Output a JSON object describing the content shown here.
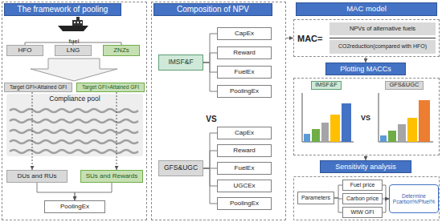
{
  "diagram": {
    "nodes": [
      {
        "text": [
          "The framework of pooling"
        ]
      },
      {
        "text": [
          "HFO"
        ],
        "in": 0
      },
      {
        "text": [
          "LNG"
        ],
        "in": 0
      },
      {
        "text": [
          "ZNZs"
        ],
        "in": 0
      },
      {
        "text": [
          "Target GFI<Attained GFI"
        ],
        "in": 0
      },
      {
        "text": [
          "Target GFI>Attained GFI"
        ],
        "in": 0
      },
      {
        "text": [
          "Compliance pool"
        ],
        "in": 0
      },
      {
        "text": [
          "DUs and RUs"
        ],
        "in": 0
      },
      {
        "text": [
          "SUs and Rewards"
        ],
        "in": 0
      },
      {
        "text": [
          "PoolingEx"
        ],
        "in": 0
      },
      {
        "text": [
          "Composition of NPV"
        ]
      },
      {
        "text": [
          "IMSF&F"
        ],
        "in": 10
      },
      {
        "text": [
          "CapEx"
        ],
        "in": 10
      },
      {
        "text": [
          "Reward"
        ],
        "in": 10
      },
      {
        "text": [
          "FuelEx"
        ],
        "in": 10
      },
      {
        "text": [
          "PoolingEx"
        ],
        "in": 10
      },
      {
        "text": [
          "GFS&UGC"
        ],
        "in": 10
      },
      {
        "text": [
          "CapEx"
        ],
        "in": 10
      },
      {
        "text": [
          "Reward"
        ],
        "in": 10
      },
      {
        "text": [
          "FuelEx"
        ],
        "in": 10
      },
      {
        "text": [
          "UGCEx"
        ],
        "in": 10
      },
      {
        "text": [
          "PoolingEx"
        ],
        "in": 10
      },
      {
        "text": [
          "MAC model"
        ]
      },
      {
        "text": [
          "MAC=",
          "NPVs of alternative fuels",
          "CO2reduction(compared with HFO)"
        ]
      },
      {
        "text": [
          "Plotting MACCs"
        ]
      },
      {
        "text": [
          "VS"
        ]
      },
      {
        "text": [
          "IMSF&F"
        ],
        "in": 25
      },
      {
        "text": [
          "GFS&UGC"
        ],
        "in": 25
      },
      {
        "text": [
          "Sensitivity analysis"
        ]
      },
      {
        "text": [
          "Parameters"
        ]
      },
      {
        "text": [
          "Fuel price"
        ]
      },
      {
        "text": [
          "Carbon price"
        ]
      },
      {
        "text": [
          "WtW GFI"
        ]
      },
      {
        "text": [
          "Determine Pcarbon%/Pfuel%"
        ]
      }
    ],
    "edges": [
      {
        "from": 4,
        "to": 7,
        "arrow": "to"
      },
      {
        "from": 5,
        "to": 8,
        "arrow": "to"
      },
      {
        "from": 7,
        "to": 9,
        "arrow": "to"
      },
      {
        "from": 8,
        "to": 9,
        "arrow": "to"
      },
      {
        "from": 11,
        "to": 12,
        "arrow": "none"
      },
      {
        "from": 11,
        "to": 13,
        "arrow": "none"
      },
      {
        "from": 11,
        "to": 14,
        "arrow": "none"
      },
      {
        "from": 11,
        "to": 15,
        "arrow": "none"
      },
      {
        "from": 16,
        "to": 17,
        "arrow": "none"
      },
      {
        "from": 16,
        "to": 18,
        "arrow": "none"
      },
      {
        "from": 16,
        "to": 19,
        "arrow": "none"
      },
      {
        "from": 16,
        "to": 20,
        "arrow": "none"
      },
      {
        "from": 16,
        "to": 21,
        "arrow": "none"
      },
      {
        "from": 10,
        "to": 23,
        "arrow": "to"
      },
      {
        "from": 23,
        "to": 24,
        "arrow": "to"
      },
      {
        "from": 25,
        "to": 28,
        "arrow": "to"
      },
      {
        "from": 29,
        "to": 30,
        "arrow": "none"
      },
      {
        "from": 29,
        "to": 31,
        "arrow": "none"
      },
      {
        "from": 29,
        "to": 32,
        "arrow": "none"
      },
      {
        "from": 30,
        "to": 33,
        "arrow": "to"
      },
      {
        "from": 31,
        "to": 33,
        "arrow": "to"
      },
      {
        "from": 32,
        "to": 33,
        "arrow": "to"
      }
    ],
    "labels": [
      "fuel",
      "VS"
    ]
  }
}
